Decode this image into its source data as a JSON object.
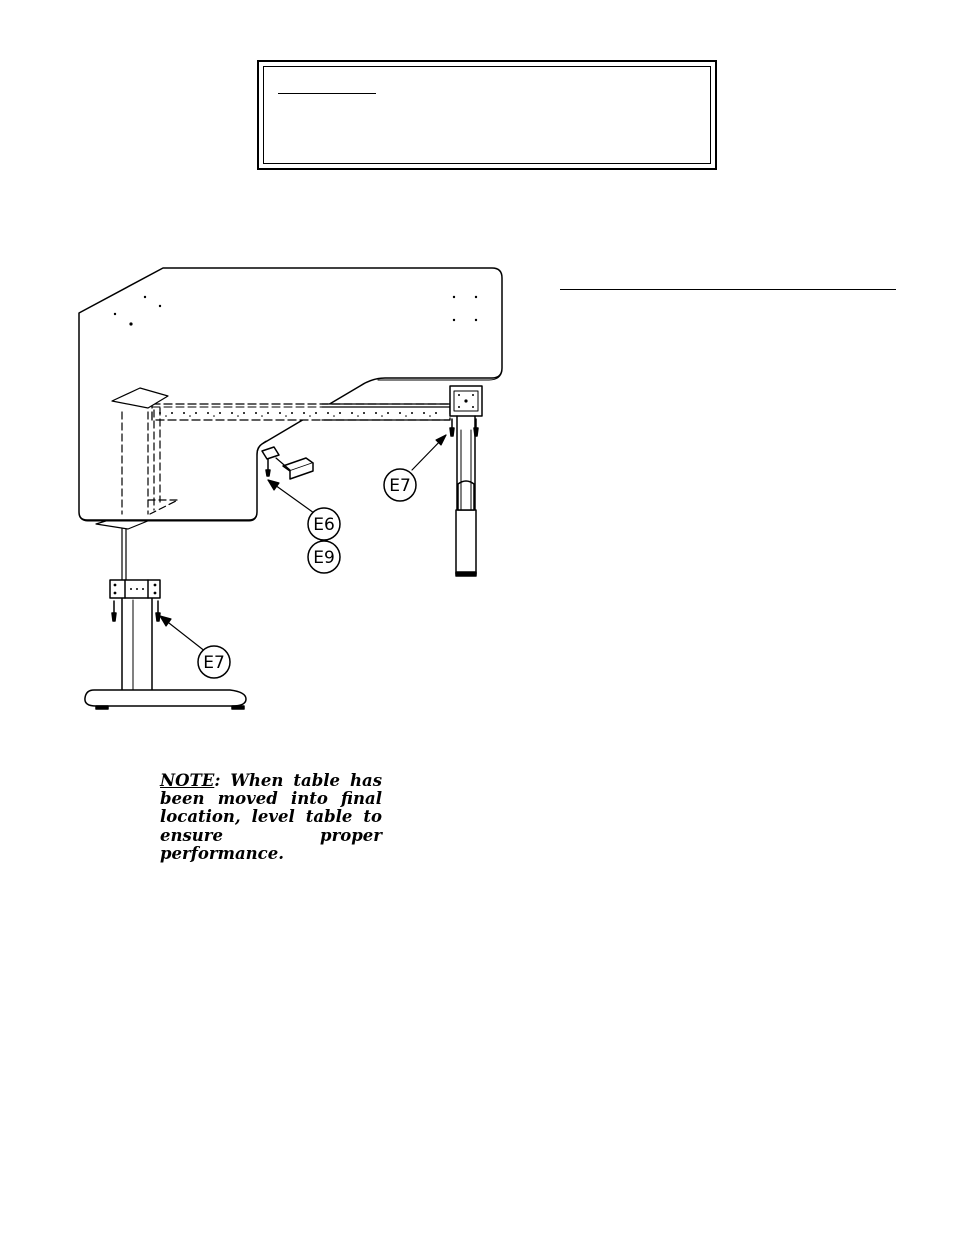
{
  "note": {
    "label": "NOTE",
    "text": ":  When table has been moved into final location, level table to ensure proper performance."
  },
  "callouts": {
    "e7_right": "E7",
    "e6": "E6",
    "e9": "E9",
    "e7_left": "E7"
  }
}
